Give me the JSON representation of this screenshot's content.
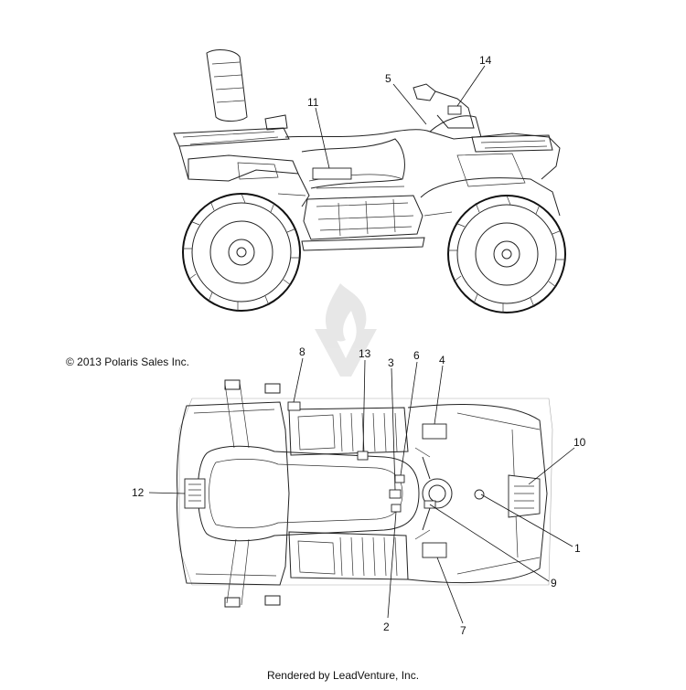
{
  "copyright": "© 2013 Polaris Sales Inc.",
  "footer": "Rendered by LeadVenture, Inc.",
  "callouts": [
    {
      "id": "c14",
      "label": "14"
    },
    {
      "id": "c5",
      "label": "5"
    },
    {
      "id": "c11",
      "label": "11"
    },
    {
      "id": "c8",
      "label": "8"
    },
    {
      "id": "c13",
      "label": "13"
    },
    {
      "id": "c3",
      "label": "3"
    },
    {
      "id": "c6",
      "label": "6"
    },
    {
      "id": "c4",
      "label": "4"
    },
    {
      "id": "c10",
      "label": "10"
    },
    {
      "id": "c12",
      "label": "12"
    },
    {
      "id": "c1",
      "label": "1"
    },
    {
      "id": "c9",
      "label": "9"
    },
    {
      "id": "c2",
      "label": "2"
    },
    {
      "id": "c7",
      "label": "7"
    }
  ],
  "colors": {
    "line": "#222222",
    "watermark": "#d8d8d8",
    "background": "#ffffff"
  },
  "icons": {
    "watermark": "leadventure-flame-icon"
  }
}
